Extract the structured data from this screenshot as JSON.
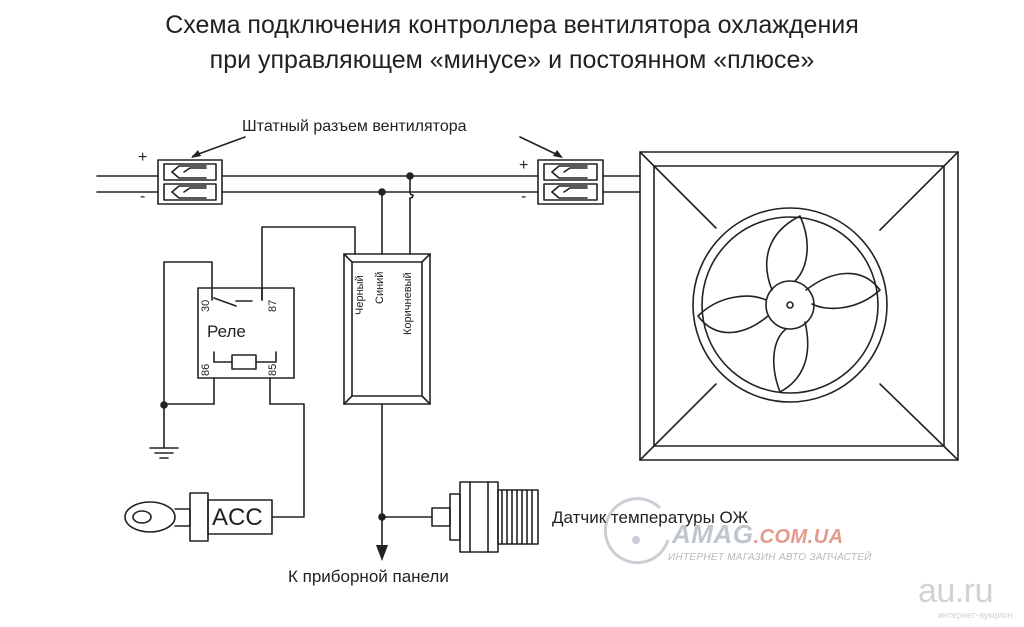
{
  "title": {
    "line1": "Схема подключения контроллера вентилятора охлаждения",
    "line2": "при управляющем «минусе» и постоянном «плюсе»"
  },
  "labels": {
    "connector": "Штатный разъем вентилятора",
    "plus": "+",
    "minus": "-",
    "relay": "Реле",
    "pin30": "30",
    "pin87": "87",
    "pin86": "86",
    "pin85": "85",
    "wire_black": "Черный",
    "wire_blue": "Синий",
    "wire_brown": "Коричневый",
    "acc": "ACC",
    "sensor": "Датчик температуры ОЖ",
    "dashboard": "К приборной панели"
  },
  "watermarks": {
    "amag_brand": "AMAG",
    "amag_domain": ".COM.UA",
    "amag_tagline": "ИНТЕРНЕТ МАГАЗИН АВТО ЗАПЧАСТЕЙ",
    "auru_brand": "au.ru",
    "auru_tagline": "интернет-аукцион"
  },
  "colors": {
    "line": "#222222",
    "watermark_grey": "#bfc6cc",
    "watermark_red": "#e39a8c"
  }
}
